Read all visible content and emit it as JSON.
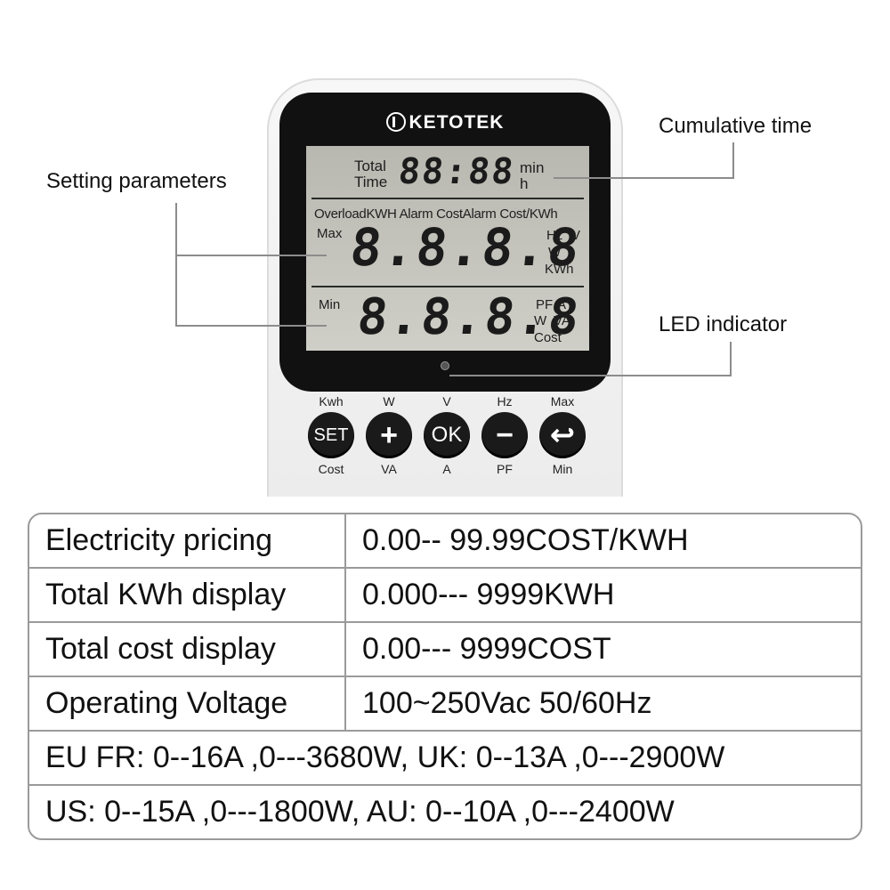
{
  "device": {
    "brand": "KETOTEK",
    "lcd": {
      "total_label": "Total",
      "time_label": "Time",
      "time_digits": "88:88",
      "unit_min": "min",
      "unit_h": "h",
      "mode_row": "OverloadKWH Alarm CostAlarm Cost/KWh",
      "max_label": "Max",
      "mid_digits": "8.8.8.8",
      "unit_hz": "Hz",
      "unit_v": "V",
      "unit_w": "W",
      "unit_kwh": "KWh",
      "min_label": "Min",
      "low_digits": "8.8.8.8",
      "unit_pf": "PF",
      "unit_a": "A",
      "unit_w2": "W",
      "unit_va": "VA",
      "unit_cost": "Cost"
    },
    "buttons": [
      {
        "top": "Kwh",
        "label": "SET",
        "bottom": "Cost"
      },
      {
        "top": "W",
        "label": "+",
        "bottom": "VA"
      },
      {
        "top": "V",
        "label": "OK",
        "bottom": "A"
      },
      {
        "top": "Hz",
        "label": "−",
        "bottom": "PF"
      },
      {
        "top": "Max",
        "label": "↩",
        "bottom": "Min"
      }
    ]
  },
  "callouts": {
    "setting": "Setting parameters",
    "cumulative": "Cumulative time",
    "led": "LED indicator"
  },
  "specs": [
    {
      "label": "Electricity pricing",
      "value": "0.00-- 99.99COST/KWH"
    },
    {
      "label": "Total KWh display",
      "value": "0.000--- 9999KWH"
    },
    {
      "label": "Total cost display",
      "value": "0.00--- 9999COST"
    },
    {
      "label": "Operating Voltage",
      "value": "100~250Vac 50/60Hz"
    },
    {
      "full": "EU FR: 0--16A ,0---3680W, UK: 0--13A ,0---2900W"
    },
    {
      "full": "US: 0--15A ,0---1800W, AU: 0--10A ,0---2400W"
    }
  ]
}
